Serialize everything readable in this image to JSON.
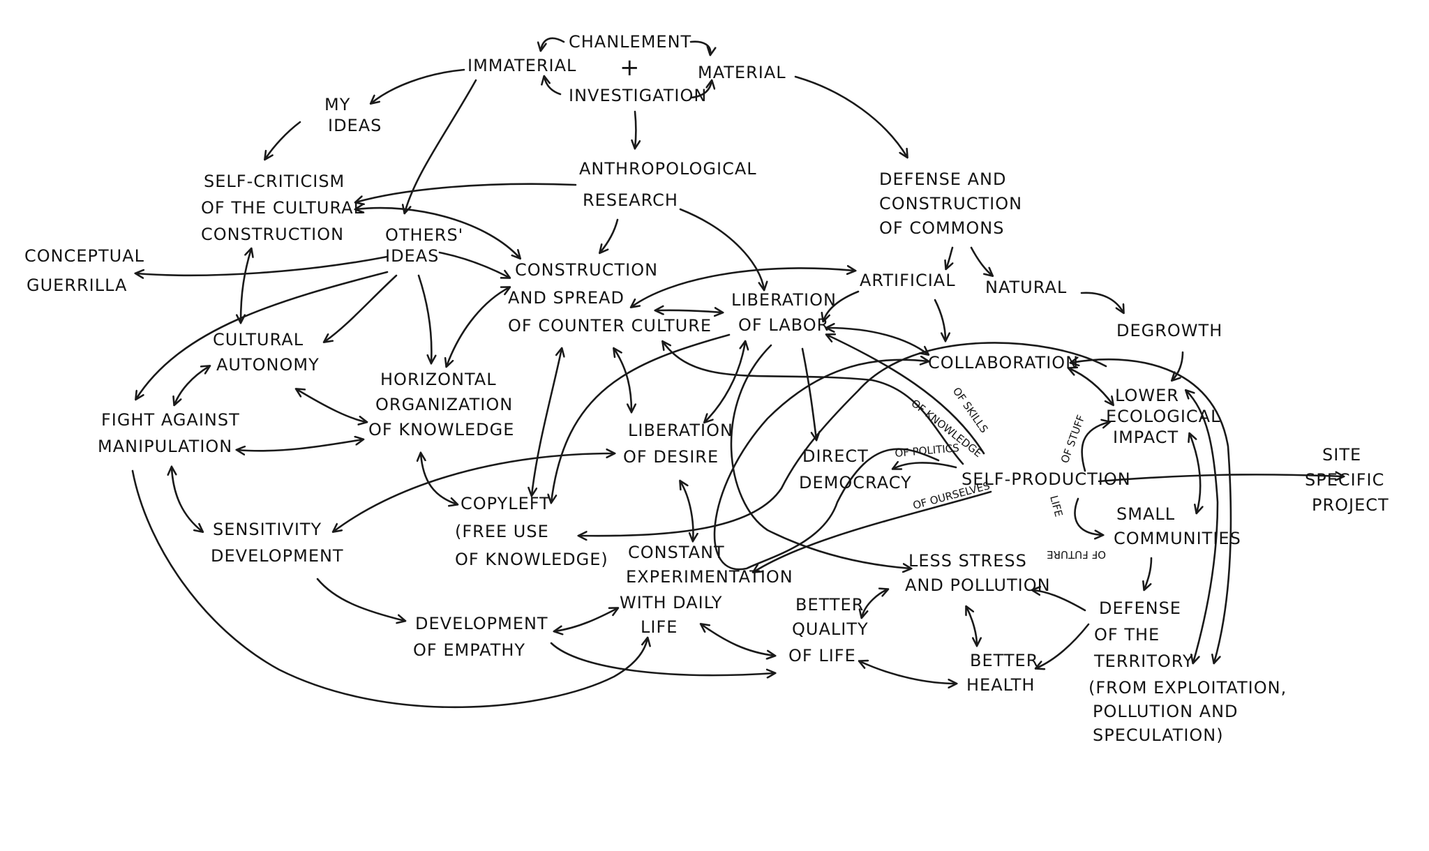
{
  "nodes": {
    "chanlement": "CHANLEMENT",
    "plus": "+",
    "investigation": "INVESTIGATION",
    "immaterial": "IMMATERIAL",
    "material": "MATERIAL",
    "my_ideas": [
      "MY",
      "IDEAS"
    ],
    "self_criticism": [
      "SELF-CRITICISM",
      "OF THE CULTURAL",
      "CONSTRUCTION"
    ],
    "anthropological": [
      "ANTHROPOLOGICAL",
      "RESEARCH"
    ],
    "defense_commons": [
      "DEFENSE AND",
      "CONSTRUCTION",
      "OF COMMONS"
    ],
    "conceptual": [
      "CONCEPTUAL",
      "GUERRILLA"
    ],
    "others_ideas": [
      "OTHERS'",
      "IDEAS"
    ],
    "construction_spread": [
      "CONSTRUCTION",
      "AND SPREAD",
      "OF COUNTER CULTURE"
    ],
    "artificial": "ARTIFICIAL",
    "natural": "NATURAL",
    "liberation_labor": [
      "LIBERATION",
      "OF LABOR"
    ],
    "degrowth": "DEGROWTH",
    "cultural_autonomy": [
      "CULTURAL",
      "AUTONOMY"
    ],
    "horizontal": [
      "HORIZONTAL",
      "ORGANIZATION",
      "OF KNOWLEDGE"
    ],
    "collaboration": "COLLABORATION",
    "lower_impact": [
      "LOWER",
      "ECOLOGICAL",
      "IMPACT"
    ],
    "fight": [
      "FIGHT AGAINST",
      "MANIPULATION"
    ],
    "liberation_desire": [
      "LIBERATION",
      "OF DESIRE"
    ],
    "direct_democracy": [
      "DIRECT",
      "DEMOCRACY"
    ],
    "self_production": "SELF-PRODUCTION",
    "site_specific": [
      "SITE",
      "SPECIFIC",
      "PROJECT"
    ],
    "copyleft": [
      "COPYLEFT",
      "(FREE USE",
      "OF KNOWLEDGE)"
    ],
    "small_communities": [
      "SMALL",
      "COMMUNITIES"
    ],
    "sensitivity": [
      "SENSITIVITY",
      "DEVELOPMENT"
    ],
    "constant_experimentation": [
      "CONSTANT",
      "EXPERIMENTATION",
      "WITH DAILY",
      "LIFE"
    ],
    "less_stress": [
      "LESS STRESS",
      "AND POLLUTION"
    ],
    "better_quality": [
      "BETTER",
      "QUALITY",
      "OF LIFE"
    ],
    "development_empathy": [
      "DEVELOPMENT",
      "OF EMPATHY"
    ],
    "better_health": [
      "BETTER",
      "HEALTH"
    ],
    "defense_territory": [
      "DEFENSE",
      "OF THE",
      "TERRITORY",
      "(FROM EXPLOITATION,",
      "POLLUTION AND",
      "SPECULATION)"
    ]
  },
  "edge_labels": {
    "of_skills": "OF SKILLS",
    "of_knowledge": "OF KNOWLEDGE",
    "of_politics": "OF POLITICS",
    "of_ourselves": "OF OURSELVES",
    "of_stuff": "OF STUFF",
    "life": "LIFE",
    "of_future": "OF FUTURE"
  }
}
